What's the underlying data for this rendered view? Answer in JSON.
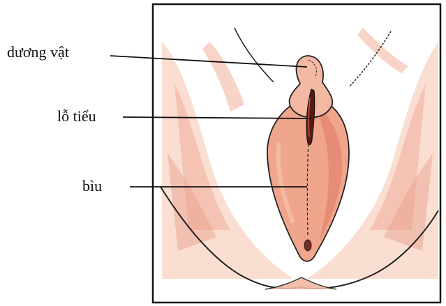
{
  "labels": [
    "dương vật",
    "lỗ tiểu",
    "bìu"
  ],
  "colors": {
    "skin_light": "#f6c9b3",
    "skin_mid": "#ef9f86",
    "skin_deep": "#e07a66",
    "outline": "#222222",
    "frame": "#111111"
  }
}
